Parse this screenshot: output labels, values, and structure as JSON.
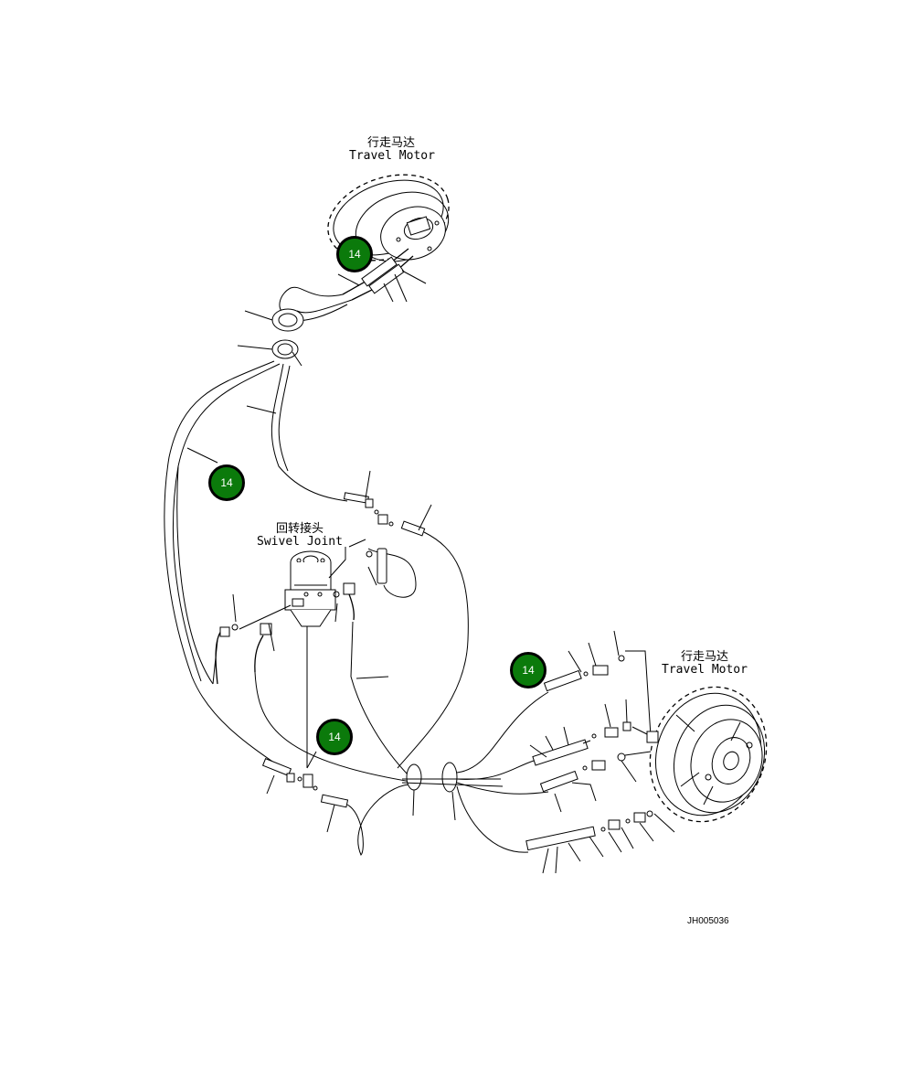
{
  "labels": {
    "travel_motor_top": {
      "cn": "行走马达",
      "en": "Travel Motor"
    },
    "travel_motor_right": {
      "cn": "行走马达",
      "en": "Travel Motor"
    },
    "swivel_joint": {
      "cn": "回转接头",
      "en": "Swivel Joint"
    }
  },
  "callouts": [
    {
      "id": "c1",
      "text": "14"
    },
    {
      "id": "c2",
      "text": "14"
    },
    {
      "id": "c3",
      "text": "14"
    },
    {
      "id": "c4",
      "text": "14"
    }
  ],
  "drawing_code": "JH005036",
  "colors": {
    "callout_fill": "#0b7a0b",
    "callout_border": "#000000",
    "line": "#000000",
    "background": "#ffffff"
  }
}
